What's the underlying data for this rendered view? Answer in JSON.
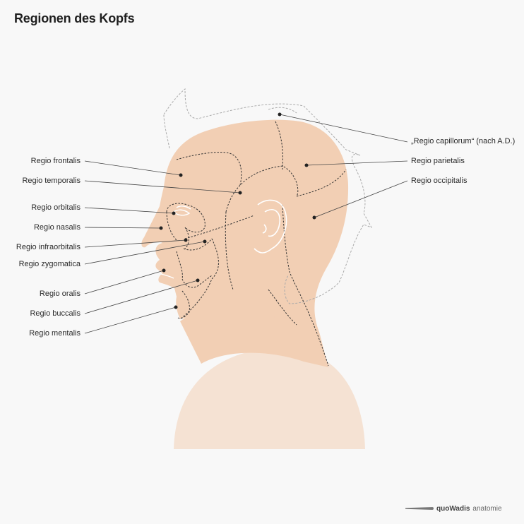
{
  "title": "Regionen des Kopfs",
  "labels_left": [
    "Regio frontalis",
    "Regio temporalis",
    "Regio orbitalis",
    "Regio nasalis",
    "Regio infraorbitalis",
    "Regio zygomatica",
    "Regio oralis",
    "Regio buccalis",
    "Regio mentalis"
  ],
  "labels_right": [
    "„Regio capillorum“ (nach A.D.)",
    "Regio parietalis",
    "Regio occipitalis"
  ],
  "logo": {
    "brand": "quoWadis",
    "name": "anatomie"
  },
  "colors": {
    "skin": "#f2cfb4",
    "shoulder": "#f5e2d3",
    "background": "#f8f8f8",
    "line": "#333333"
  }
}
